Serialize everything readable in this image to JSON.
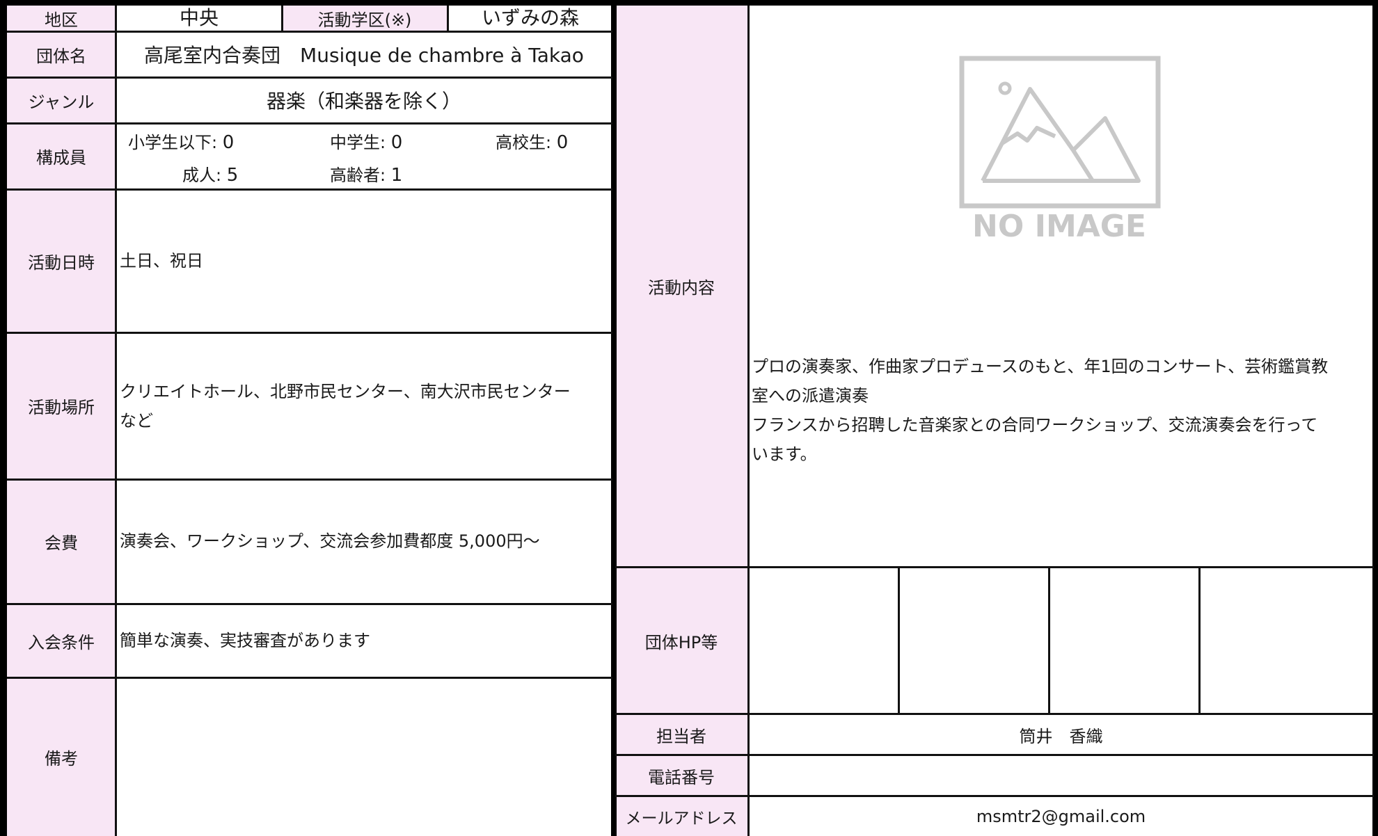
{
  "left": {
    "district_label": "地区",
    "district_value": "中央",
    "school_label": "活動学区(※)",
    "school_value": "いずみの森",
    "group_name_label": "団体名",
    "group_name_value": "高尾室内合奏団　Musique de chambre à Takao",
    "genre_label": "ジャンル",
    "genre_value": "器楽（和楽器を除く）",
    "members_label": "構成員",
    "members": {
      "elementary_label": "小学生以下:",
      "elementary_value": "0",
      "junior_label": "中学生:",
      "junior_value": "0",
      "high_label": "高校生:",
      "high_value": "0",
      "adult_label": "成人:",
      "adult_value": "5",
      "senior_label": "高齢者:",
      "senior_value": "1"
    },
    "schedule_label": "活動日時",
    "schedule_value": "土日、祝日",
    "place_label": "活動場所",
    "place_value_line1": "クリエイトホール、北野市民センター、南大沢市民センター",
    "place_value_line2": "など",
    "fee_label": "会費",
    "fee_value": "演奏会、ワークショップ、交流会参加費都度 5,000円〜",
    "condition_label": "入会条件",
    "condition_value": "簡単な演奏、実技審査があります",
    "remarks_label": "備考",
    "remarks_value": ""
  },
  "right": {
    "activity_label": "活動内容",
    "no_image_text": "NO IMAGE",
    "activity_line1": "プロの演奏家、作曲家プロデュースのもと、年1回のコンサート、芸術鑑賞教",
    "activity_line2": "室への派遣演奏",
    "activity_line3": "フランスから招聘した音楽家との合同ワークショップ、交流演奏会を行って",
    "activity_line4": "います。",
    "hp_label": "団体HP等",
    "contact_label": "担当者",
    "contact_value": "筒井　香織",
    "phone_label": "電話番号",
    "phone_value": "",
    "email_label": "メールアドレス",
    "email_value": "msmtr2@gmail.com"
  },
  "colors": {
    "label_bg": "#f8e6f5",
    "border": "#111111",
    "placeholder_gray": "#c8c8c8"
  }
}
